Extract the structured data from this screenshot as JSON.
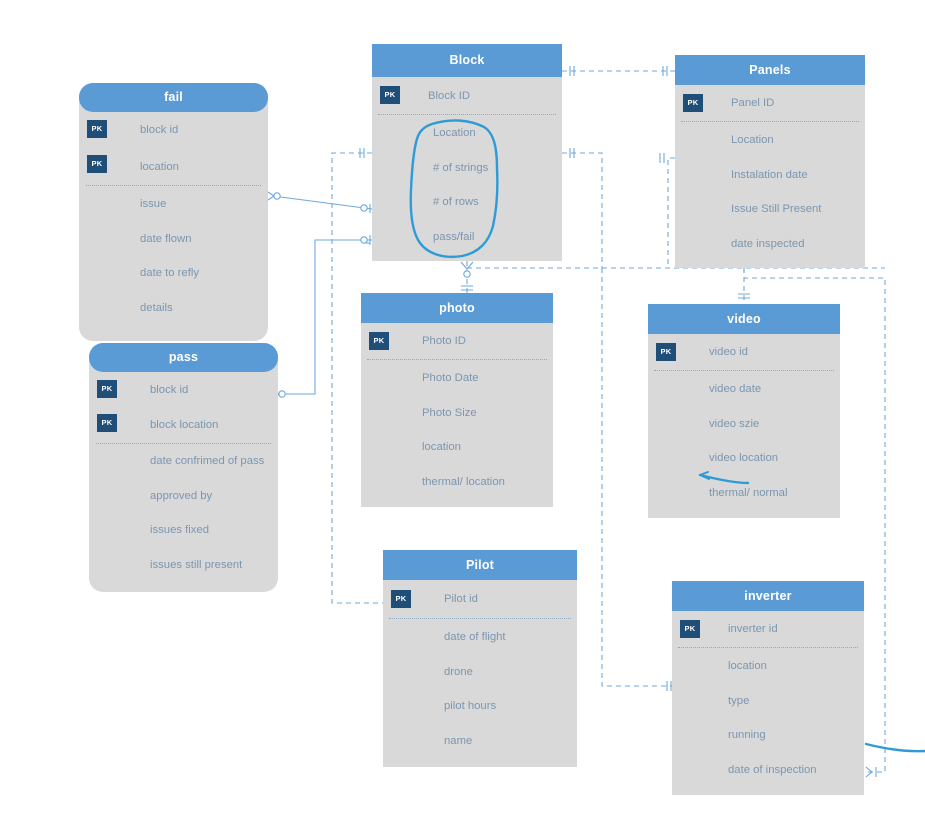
{
  "diagram": {
    "title": "Solar Farm Inspection ER Diagram",
    "type": "entity-relationship-diagram",
    "colors": {
      "header_fill": "#5b9bd5",
      "body_fill": "#d9d9d9",
      "pk_badge_fill": "#1f4e79",
      "attribute_text": "#7b96b0",
      "connector_line": "#5b9bd5",
      "annotation_ink": "#2e9bd6",
      "canvas": "#ffffff"
    },
    "pk_badge_label": "PK"
  },
  "entities": [
    {
      "id": "fail",
      "name": "fail",
      "shape": "rounded",
      "keys": [
        {
          "label": "block id",
          "pk": true
        },
        {
          "label": "location",
          "pk": true
        }
      ],
      "attributes": [
        {
          "label": "issue"
        },
        {
          "label": "date flown"
        },
        {
          "label": "date to refly"
        },
        {
          "label": "details"
        }
      ]
    },
    {
      "id": "pass",
      "name": "pass",
      "shape": "rounded",
      "keys": [
        {
          "label": "block id",
          "pk": true
        },
        {
          "label": "block location",
          "pk": true
        }
      ],
      "attributes": [
        {
          "label": "date confrimed of pass"
        },
        {
          "label": "approved by"
        },
        {
          "label": "issues fixed"
        },
        {
          "label": "issues still present"
        }
      ]
    },
    {
      "id": "block",
      "name": "Block",
      "shape": "square",
      "keys": [
        {
          "label": "Block ID",
          "pk": true
        }
      ],
      "attributes": [
        {
          "label": "Location"
        },
        {
          "label": "# of strings"
        },
        {
          "label": "# of rows"
        },
        {
          "label": "pass/fail"
        }
      ]
    },
    {
      "id": "panels",
      "name": "Panels",
      "shape": "square",
      "keys": [
        {
          "label": "Panel ID",
          "pk": true
        }
      ],
      "attributes": [
        {
          "label": "Location"
        },
        {
          "label": "Instalation date"
        },
        {
          "label": "Issue Still Present"
        },
        {
          "label": "date inspected"
        }
      ]
    },
    {
      "id": "photo",
      "name": "photo",
      "shape": "square",
      "keys": [
        {
          "label": "Photo ID",
          "pk": true
        }
      ],
      "attributes": [
        {
          "label": "Photo Date"
        },
        {
          "label": "Photo Size"
        },
        {
          "label": "location"
        },
        {
          "label": "thermal/ location"
        }
      ]
    },
    {
      "id": "video",
      "name": "video",
      "shape": "square",
      "keys": [
        {
          "label": "video id",
          "pk": true
        }
      ],
      "attributes": [
        {
          "label": "video date"
        },
        {
          "label": "video szie"
        },
        {
          "label": "video location"
        },
        {
          "label": "thermal/ normal"
        }
      ]
    },
    {
      "id": "pilot",
      "name": "Pilot",
      "shape": "square",
      "keys": [
        {
          "label": "Pilot id",
          "pk": true
        }
      ],
      "attributes": [
        {
          "label": "date of flight"
        },
        {
          "label": "drone"
        },
        {
          "label": "pilot hours"
        },
        {
          "label": "name"
        }
      ]
    },
    {
      "id": "inverter",
      "name": "inverter",
      "shape": "square",
      "keys": [
        {
          "label": "inverter id",
          "pk": true
        }
      ],
      "attributes": [
        {
          "label": "location"
        },
        {
          "label": "type"
        },
        {
          "label": "running"
        },
        {
          "label": "date of inspection"
        }
      ]
    }
  ],
  "relationships": [
    {
      "from": "Block",
      "to": "Panels",
      "style": "dashed",
      "from_cardinality": "one-and-only-one",
      "to_cardinality": "one-and-only-one"
    },
    {
      "from": "fail",
      "to": "Block",
      "style": "solid",
      "from_cardinality": "zero-or-one",
      "to_cardinality": "zero-or-one"
    },
    {
      "from": "pass",
      "to": "Block",
      "style": "solid",
      "from_cardinality": "zero-or-one",
      "to_cardinality": "zero-or-one"
    },
    {
      "from": "Block",
      "to": "photo",
      "style": "dashed",
      "from_cardinality": "zero-or-many",
      "to_cardinality": "one-and-only-one"
    },
    {
      "from": "Block",
      "to": "Pilot",
      "style": "dashed",
      "from_cardinality": "one-and-only-one",
      "to_cardinality": "one-and-only-one"
    },
    {
      "from": "Block",
      "to": "video",
      "style": "dashed",
      "from_cardinality": "one-and-only-one",
      "to_cardinality": "one-and-only-one"
    },
    {
      "from": "Block",
      "to": "inverter",
      "style": "dashed",
      "from_cardinality": "one-and-only-one",
      "to_cardinality": "one-and-only-one"
    },
    {
      "from": "Panels",
      "to": "video",
      "style": "dashed",
      "from_cardinality": "one-and-only-one",
      "to_cardinality": "one-and-only-one"
    },
    {
      "from": "Panels",
      "to": "inverter",
      "style": "dashed",
      "from_cardinality": "one-and-only-one",
      "to_cardinality": "one-and-only-one"
    }
  ],
  "annotations": [
    {
      "kind": "hand-drawn-lasso",
      "target": "Block attributes: Location, # of strings, # of rows, pass/fail"
    },
    {
      "kind": "hand-drawn-stroke",
      "target": "video: between video location and thermal/ normal"
    },
    {
      "kind": "hand-drawn-stroke",
      "target": "inverter: line extending off right edge"
    }
  ]
}
